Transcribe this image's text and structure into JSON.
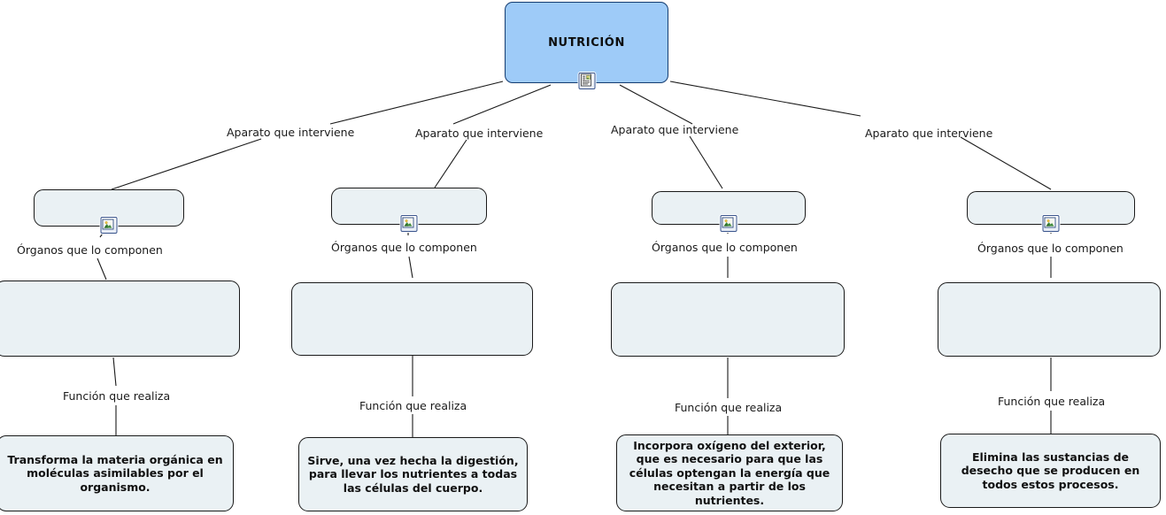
{
  "diagram": {
    "title": "NUTRICIÓN",
    "type": "concept-map",
    "colors": {
      "root_fill": "#9ecbf8",
      "node_fill": "#eaf1f4",
      "node_border": "#1a1a1a",
      "shadow": "#4472d8",
      "text": "#101010",
      "background": "#ffffff"
    },
    "root": {
      "label": "NUTRICIÓN",
      "icon": "note-icon"
    },
    "link_labels": {
      "level1": "Aparato que interviene",
      "level2": "Órganos que lo componen",
      "level3": "Función que realiza"
    },
    "branches": [
      {
        "link_label_1": "Aparato que interviene",
        "apparatus": "",
        "apparatus_icon": "picture-icon",
        "link_label_2": "Órganos que lo componen",
        "organs": "",
        "link_label_3": "Función que realiza",
        "function": "Transforma la materia orgánica en moléculas asimilables por el organismo."
      },
      {
        "link_label_1": "Aparato que interviene",
        "apparatus": "",
        "apparatus_icon": "picture-icon",
        "link_label_2": "Órganos que lo componen",
        "organs": "",
        "link_label_3": "Función que realiza",
        "function": "Sirve, una vez hecha la digestión, para llevar los nutrientes a todas las células del cuerpo."
      },
      {
        "link_label_1": "Aparato que interviene",
        "apparatus": "",
        "apparatus_icon": "picture-icon",
        "link_label_2": "Órganos que lo componen",
        "organs": "",
        "link_label_3": "Función que realiza",
        "function": "Incorpora oxígeno del exterior, que es necesario para que las células optengan la energía que necesitan a partir de los nutrientes."
      },
      {
        "link_label_1": "Aparato que interviene",
        "apparatus": "",
        "apparatus_icon": "picture-icon",
        "link_label_2": "Órganos que lo componen",
        "organs": "",
        "link_label_3": "Función que realiza",
        "function": "Elimina las sustancias de desecho que se producen en todos estos procesos."
      }
    ]
  }
}
